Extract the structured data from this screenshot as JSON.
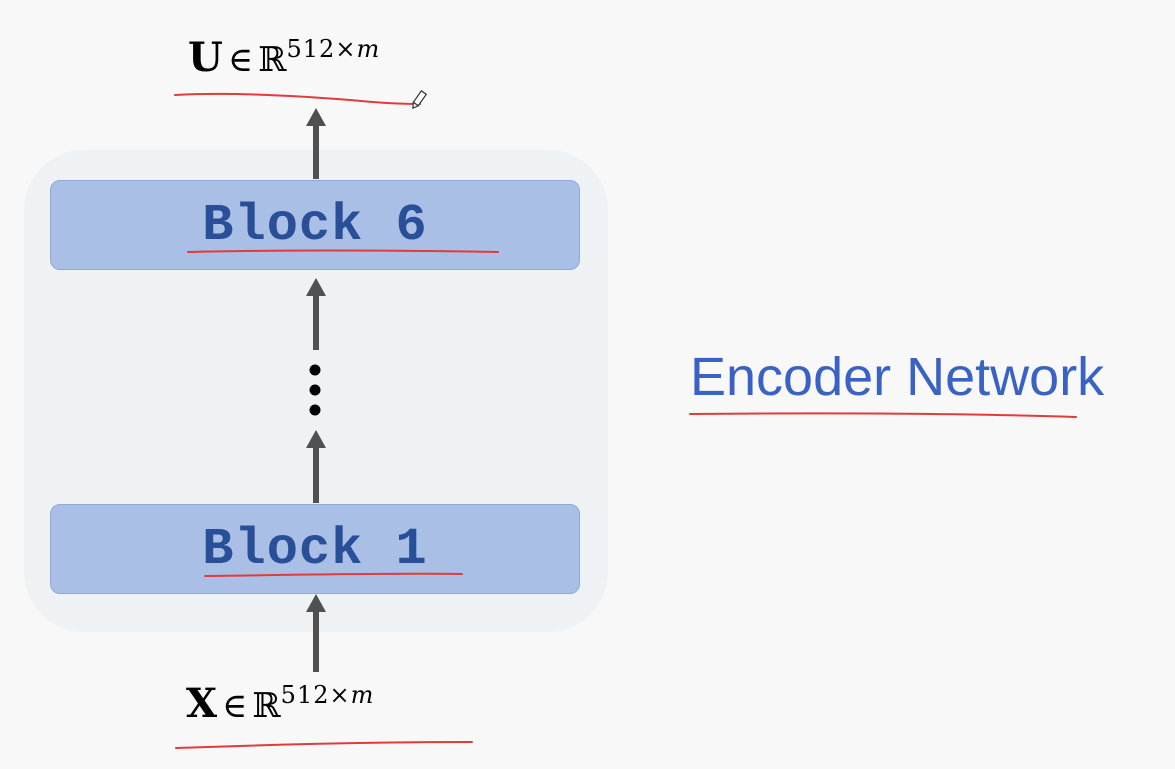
{
  "diagram": {
    "output": {
      "var": "U",
      "rel": "∈",
      "set": "ℝ",
      "exp_num": "512×",
      "exp_var": "m"
    },
    "input": {
      "var": "X",
      "rel": "∈",
      "set": "ℝ",
      "exp_num": "512×",
      "exp_var": "m"
    },
    "blocks": [
      {
        "label": "Block 6"
      },
      {
        "label": "Block 1"
      }
    ],
    "title": "Encoder Network"
  },
  "colors": {
    "block_fill": "#a9bfe6",
    "block_text": "#2a4f99",
    "stack_bg": "#eef2f5",
    "title_text": "#3a62c4",
    "arrow": "#505050",
    "annotation": "#e23b3b"
  }
}
